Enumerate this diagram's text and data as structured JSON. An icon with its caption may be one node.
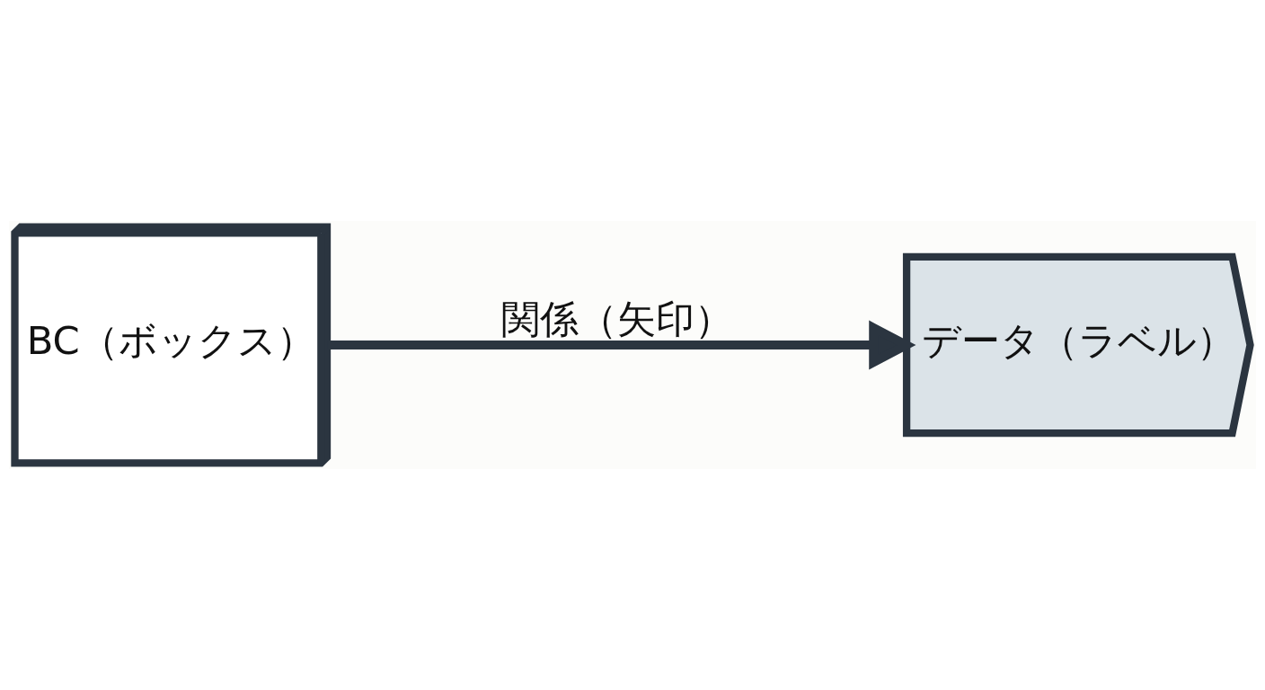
{
  "diagram": {
    "nodes": [
      {
        "text": [
          "BC（ボックス）"
        ]
      },
      {
        "text": [
          "データ（ラベル）"
        ]
      }
    ],
    "edges": [
      {
        "from": 0,
        "to": 1,
        "arrow": "to",
        "label": "関係（矢印）"
      }
    ]
  }
}
